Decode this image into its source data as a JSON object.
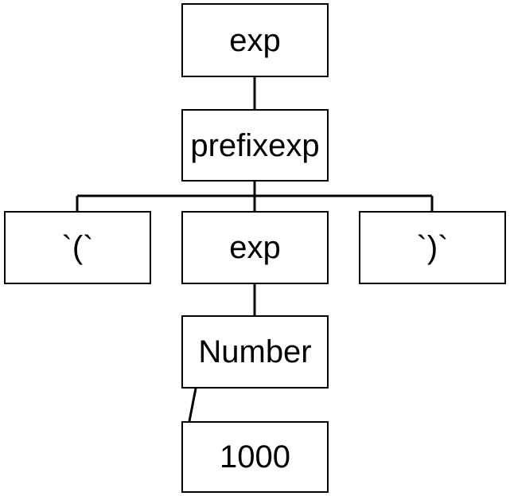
{
  "diagram": {
    "nodes": [
      {
        "id": "root",
        "label": "exp"
      },
      {
        "id": "prefix",
        "label": "prefixexp"
      },
      {
        "id": "lparen",
        "label": "`(`"
      },
      {
        "id": "exp2",
        "label": "exp"
      },
      {
        "id": "rparen",
        "label": "`)`"
      },
      {
        "id": "number",
        "label": "Number"
      },
      {
        "id": "literal",
        "label": "1000"
      }
    ],
    "edges": [
      {
        "from": "root",
        "to": "prefix"
      },
      {
        "from": "prefix",
        "to": "lparen"
      },
      {
        "from": "prefix",
        "to": "exp2"
      },
      {
        "from": "prefix",
        "to": "rparen"
      },
      {
        "from": "exp2",
        "to": "number"
      },
      {
        "from": "number",
        "to": "literal"
      }
    ]
  }
}
